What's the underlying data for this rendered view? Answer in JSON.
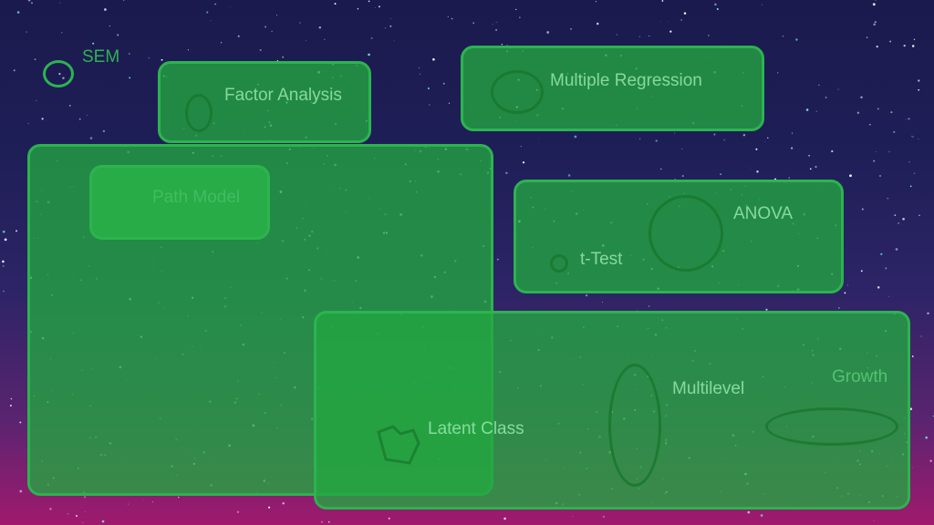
{
  "labels": {
    "sem": "SEM",
    "factor_analysis": "Factor Analysis",
    "multiple_regression": "Multiple Regression",
    "path_model": "Path Model",
    "anova": "ANOVA",
    "t_test": "t-Test",
    "latent_class": "Latent Class",
    "multilevel": "Multilevel",
    "growth": "Growth"
  },
  "colors": {
    "box_fill": "#22a840",
    "box_border": "#2db34f",
    "shape_stroke": "#19782d",
    "background_top": "#1a1a4e",
    "background_bottom": "#a01a6e"
  }
}
